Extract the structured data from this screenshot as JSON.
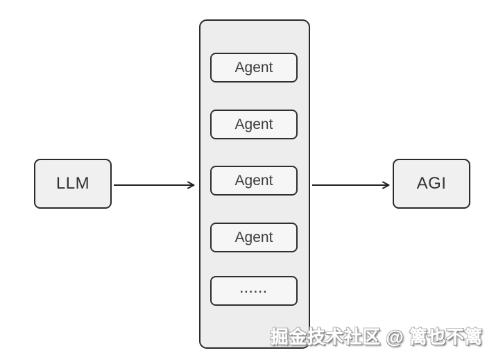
{
  "diagram": {
    "left_node": {
      "label": "LLM"
    },
    "right_node": {
      "label": "AGI"
    },
    "agent_container": {
      "items": [
        {
          "label": "Agent"
        },
        {
          "label": "Agent"
        },
        {
          "label": "Agent"
        },
        {
          "label": "Agent"
        },
        {
          "label": "......"
        }
      ]
    },
    "arrows": [
      {
        "from": "LLM",
        "to": "agent-container"
      },
      {
        "from": "agent-container",
        "to": "AGI"
      }
    ],
    "watermark": "掘金技术社区 @ 篱也不篱",
    "colors": {
      "background": "#ffffff",
      "container_fill": "#ededed",
      "node_fill": "#f0f0f0",
      "agent_fill": "#f6f6f6",
      "border": "#2a2a2a",
      "text": "#333333",
      "arrow": "#1f1f1f",
      "watermark_fill": "#ffffff",
      "watermark_outline": "#8b8b8b"
    }
  }
}
